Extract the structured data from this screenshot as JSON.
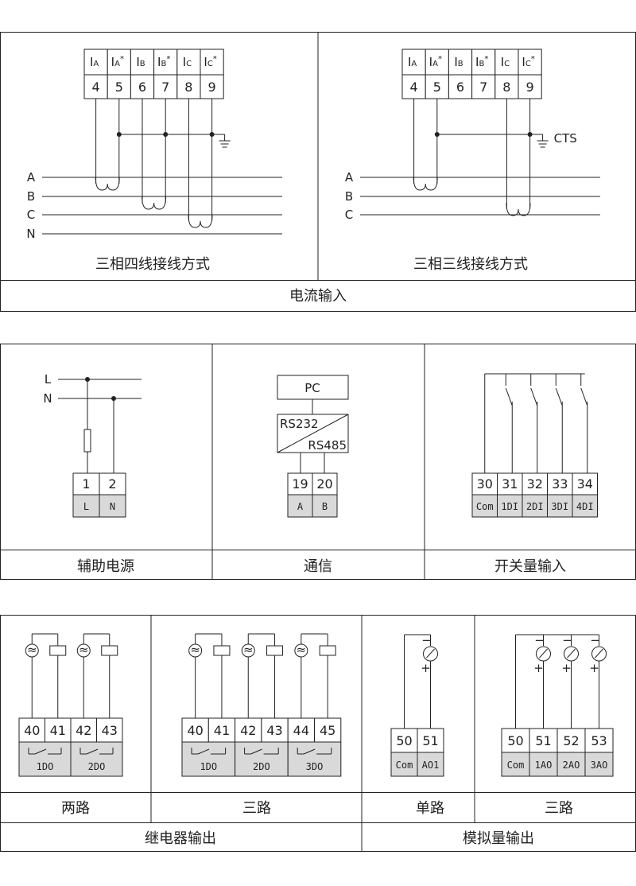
{
  "current_input": {
    "section_title": "电流输入",
    "four_wire": {
      "caption": "三相四线接线方式",
      "header": [
        {
          "m": "I",
          "s": "A",
          "star": ""
        },
        {
          "m": "I",
          "s": "A",
          "star": "*"
        },
        {
          "m": "I",
          "s": "B",
          "star": ""
        },
        {
          "m": "I",
          "s": "B",
          "star": "*"
        },
        {
          "m": "I",
          "s": "C",
          "star": ""
        },
        {
          "m": "I",
          "s": "C",
          "star": "*"
        }
      ],
      "terminals": [
        "4",
        "5",
        "6",
        "7",
        "8",
        "9"
      ],
      "lines": [
        "A",
        "B",
        "C",
        "N"
      ]
    },
    "three_wire": {
      "caption": "三相三线接线方式",
      "header": [
        {
          "m": "I",
          "s": "A",
          "star": ""
        },
        {
          "m": "I",
          "s": "A",
          "star": "*"
        },
        {
          "m": "I",
          "s": "B",
          "star": ""
        },
        {
          "m": "I",
          "s": "B",
          "star": "*"
        },
        {
          "m": "I",
          "s": "C",
          "star": ""
        },
        {
          "m": "I",
          "s": "C",
          "star": "*"
        }
      ],
      "terminals": [
        "4",
        "5",
        "6",
        "7",
        "8",
        "9"
      ],
      "lines": [
        "A",
        "B",
        "C"
      ],
      "ground_label": "CTS"
    }
  },
  "aux_power": {
    "caption": "辅助电源",
    "lines": [
      "L",
      "N"
    ],
    "terminals": [
      "1",
      "2"
    ],
    "labels": [
      "L",
      "N"
    ]
  },
  "comm": {
    "caption": "通信",
    "pc": "PC",
    "converter_top": "RS232",
    "converter_bottom": "RS485",
    "terminals": [
      "19",
      "20"
    ],
    "labels": [
      "A",
      "B"
    ]
  },
  "switch_input": {
    "caption": "开关量输入",
    "terminals": [
      "30",
      "31",
      "32",
      "33",
      "34"
    ],
    "labels": [
      "Com",
      "1DI",
      "2DI",
      "3DI",
      "4DI"
    ]
  },
  "relay_output": {
    "section_title": "继电器输出",
    "two_way": {
      "caption": "两路",
      "terminals": [
        "40",
        "41",
        "42",
        "43"
      ],
      "labels": [
        "1DO",
        "2DO"
      ]
    },
    "three_way": {
      "caption": "三路",
      "terminals": [
        "40",
        "41",
        "42",
        "43",
        "44",
        "45"
      ],
      "labels": [
        "1DO",
        "2DO",
        "3DO"
      ]
    }
  },
  "analog_output": {
    "section_title": "模拟量输出",
    "single": {
      "caption": "单路",
      "terminals": [
        "50",
        "51"
      ],
      "labels": [
        "Com",
        "AO1"
      ]
    },
    "triple": {
      "caption": "三路",
      "terminals": [
        "50",
        "51",
        "52",
        "53"
      ],
      "labels": [
        "Com",
        "1AO",
        "2AO",
        "3AO"
      ]
    }
  }
}
